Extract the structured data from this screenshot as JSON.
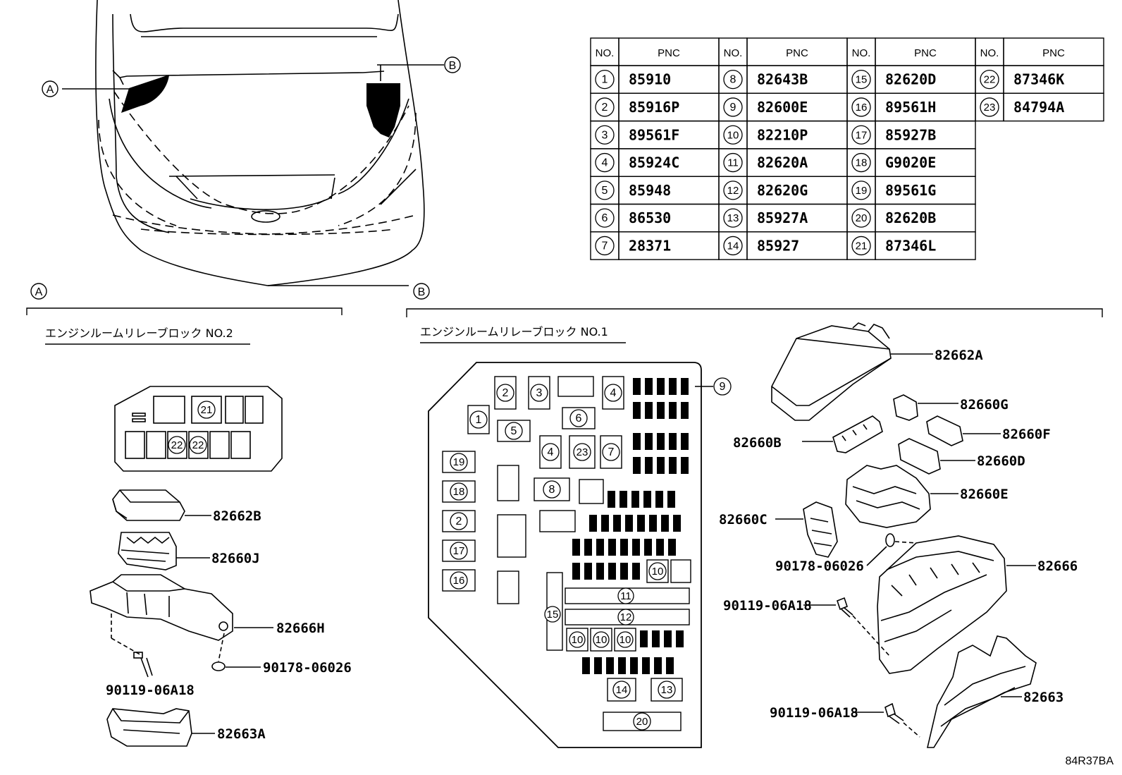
{
  "pnc_table": {
    "headers": {
      "no": "NO.",
      "pnc": "PNC"
    },
    "entries": [
      {
        "no": "1",
        "pnc": "85910"
      },
      {
        "no": "2",
        "pnc": "85916P"
      },
      {
        "no": "3",
        "pnc": "89561F"
      },
      {
        "no": "4",
        "pnc": "85924C"
      },
      {
        "no": "5",
        "pnc": "85948"
      },
      {
        "no": "6",
        "pnc": "86530"
      },
      {
        "no": "7",
        "pnc": "28371"
      },
      {
        "no": "8",
        "pnc": "82643B"
      },
      {
        "no": "9",
        "pnc": "82600E"
      },
      {
        "no": "10",
        "pnc": "82210P"
      },
      {
        "no": "11",
        "pnc": "82620A"
      },
      {
        "no": "12",
        "pnc": "82620G"
      },
      {
        "no": "13",
        "pnc": "85927A"
      },
      {
        "no": "14",
        "pnc": "85927"
      },
      {
        "no": "15",
        "pnc": "82620D"
      },
      {
        "no": "16",
        "pnc": "89561H"
      },
      {
        "no": "17",
        "pnc": "85927B"
      },
      {
        "no": "18",
        "pnc": "G9020E"
      },
      {
        "no": "19",
        "pnc": "89561G"
      },
      {
        "no": "20",
        "pnc": "82620B"
      },
      {
        "no": "21",
        "pnc": "87346L"
      },
      {
        "no": "22",
        "pnc": "87346K"
      },
      {
        "no": "23",
        "pnc": "84794A"
      }
    ]
  },
  "overview": {
    "callout_a": "A",
    "callout_b": "B"
  },
  "section_a": {
    "marker": "A",
    "title": "エンジンルームリレーブロック NO.2",
    "parts": {
      "cover": "82662B",
      "block": "82660J",
      "housing": "82666H",
      "nut": "90178-06026",
      "bolt": "90119-06A18",
      "lower_cover": "82663A"
    },
    "slots": {
      "top": "21",
      "bottom_left": "22",
      "bottom_right": "22"
    }
  },
  "section_b": {
    "marker": "B",
    "title": "エンジンルームリレーブロック NO.1",
    "parts": {
      "cover": "82662A",
      "block_g": "82660G",
      "block_f": "82660F",
      "block_b": "82660B",
      "block_d": "82660D",
      "block_e": "82660E",
      "block_c": "82660C",
      "nut": "90178-06026",
      "housing": "82666",
      "bolt_upper": "90119-06A18",
      "lower_cover": "82663",
      "bolt_lower": "90119-06A18"
    }
  },
  "diagram_ref": "84R37BA"
}
